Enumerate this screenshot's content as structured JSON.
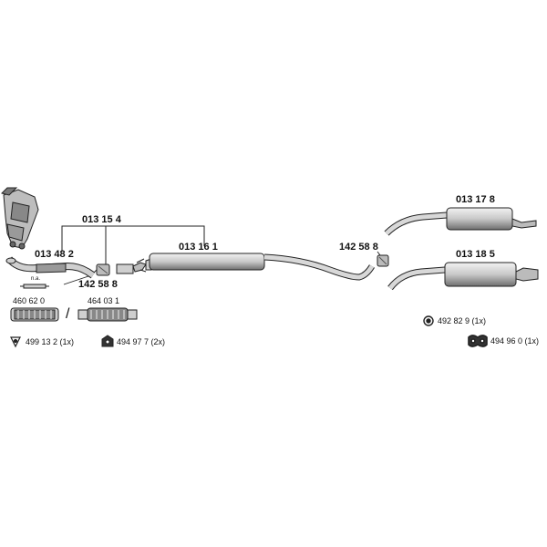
{
  "diagram": {
    "parts": {
      "downpipe_front": "013 48 2",
      "front_pipe": "013 15 4",
      "middle_silencer": "013 16 1",
      "clamp_left": "142 58 8",
      "clamp_right": "142 58 8",
      "rear_silencer_upper": "013 17 8",
      "rear_silencer_lower": "013 18 5"
    },
    "accessories": {
      "flex_pipe_a": "460 62 0",
      "flex_pipe_b": "464 03 1",
      "gasket": "499 13 2 (1x)",
      "mounting_rubber_a": "494 97 7 (2x)",
      "mounting_rubber_b": "492 82 9 (1x)",
      "mounting_rubber_c": "494 96 0 (1x)"
    },
    "notes": {
      "not_applicable": "n.a.",
      "or_separator": "/"
    },
    "colors": {
      "line": "#222222",
      "part_fill": "#cfcfcf",
      "shadow_fill": "#8a8a8a",
      "background": "#ffffff"
    }
  }
}
